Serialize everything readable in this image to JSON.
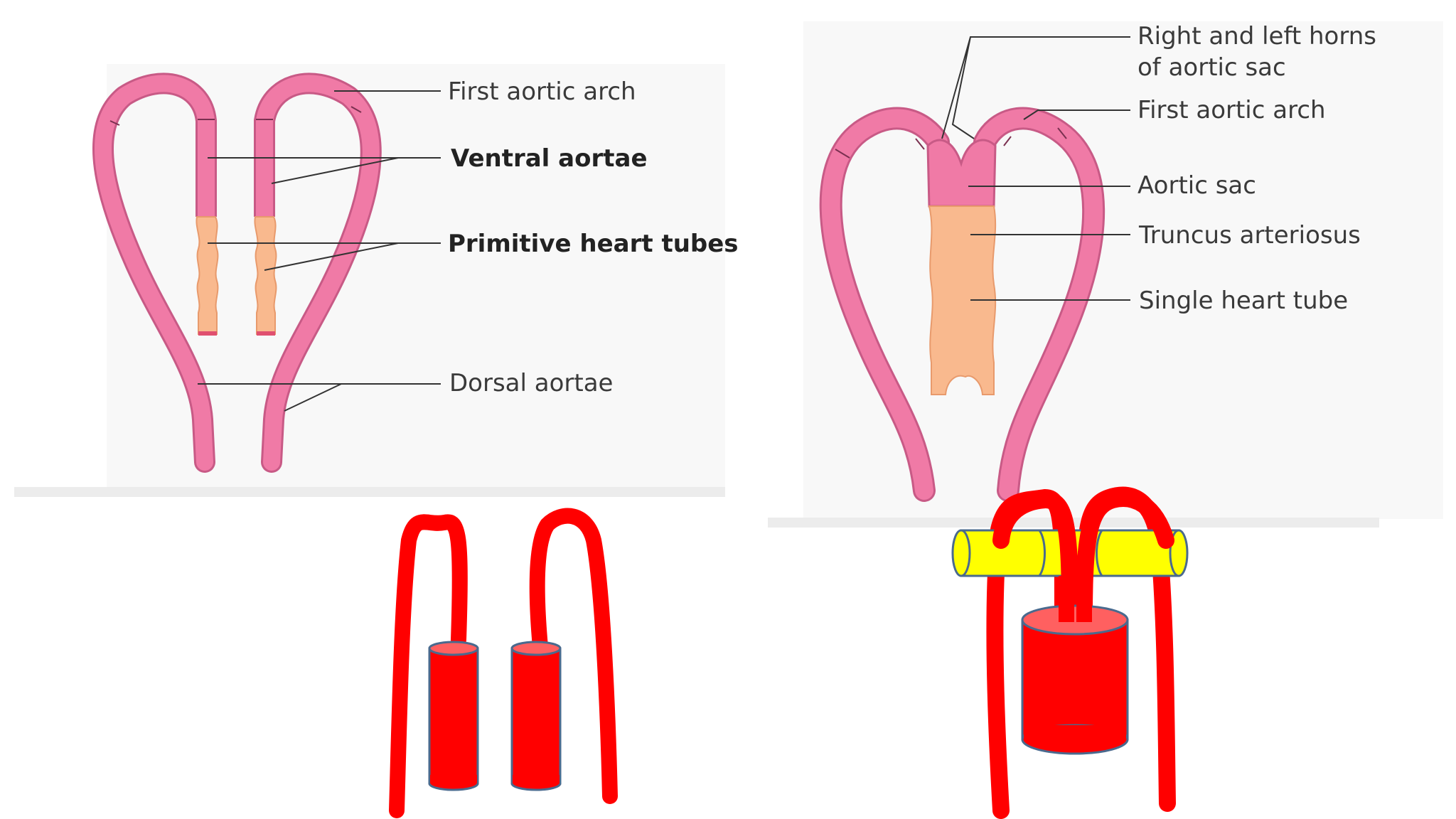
{
  "diagram_left": {
    "labels": {
      "first_aortic_arch": "First aortic arch",
      "ventral_aortae": "Ventral aortae",
      "primitive_heart_tubes": "Primitive heart tubes",
      "dorsal_aortae": "Dorsal aortae"
    }
  },
  "diagram_right": {
    "labels": {
      "horns_line1": "Right and left horns",
      "horns_line2": "of aortic sac",
      "first_aortic_arch": "First aortic arch",
      "aortic_sac": "Aortic sac",
      "truncus_arteriosus": "Truncus arteriosus",
      "single_heart_tube": "Single heart tube"
    }
  },
  "colors": {
    "vessel_pink": "#f07aa6",
    "vessel_pink_light": "#f7b2cc",
    "heart_tube_peach": "#f9b98e",
    "schematic_red": "#ff0000",
    "schematic_outline": "#4a6a8e",
    "schematic_yellow": "#ffff00"
  }
}
